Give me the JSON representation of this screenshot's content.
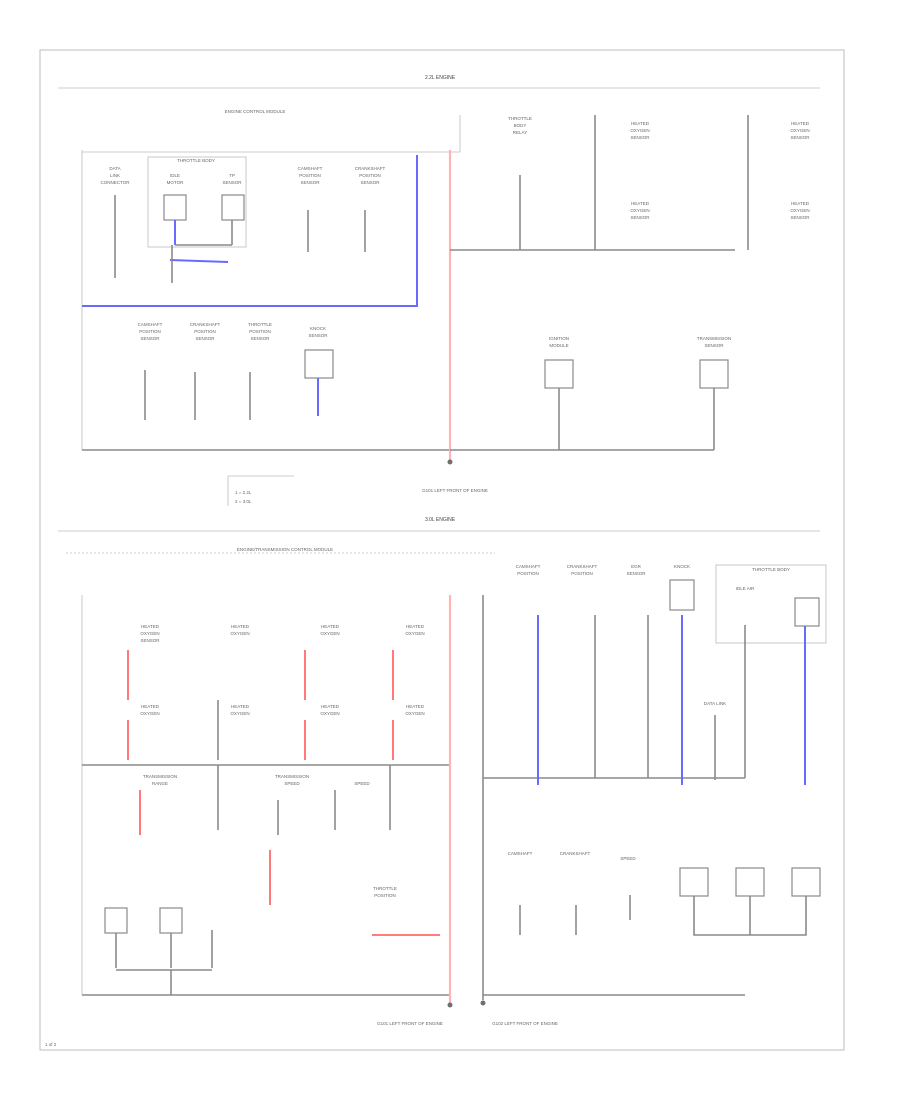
{
  "diagram": {
    "top_section_title": "2.2L ENGINE",
    "bottom_section_title": "3.0L ENGINE",
    "top_module_label": "ENGINE CONTROL MODULE",
    "bottom_module_label": "ENGINE/TRANSMISSION CONTROL MODULE",
    "top_ground_label": "G101 LEFT FRONT OF ENGINE",
    "bottom_left_ground_label": "G101 LEFT FRONT OF ENGINE",
    "bottom_right_ground_label": "G102 LEFT FRONT OF ENGINE",
    "legend": [
      "1 = 2.2L",
      "2 = 3.0L"
    ],
    "footer_code": "1 of 2"
  },
  "colors": {
    "wire_gray": "#8a8a8a",
    "wire_blue": "#6a6aff",
    "wire_red": "#ff6a6a",
    "wire_pink": "#ffb3b3",
    "frame": "#bdbdbd"
  }
}
